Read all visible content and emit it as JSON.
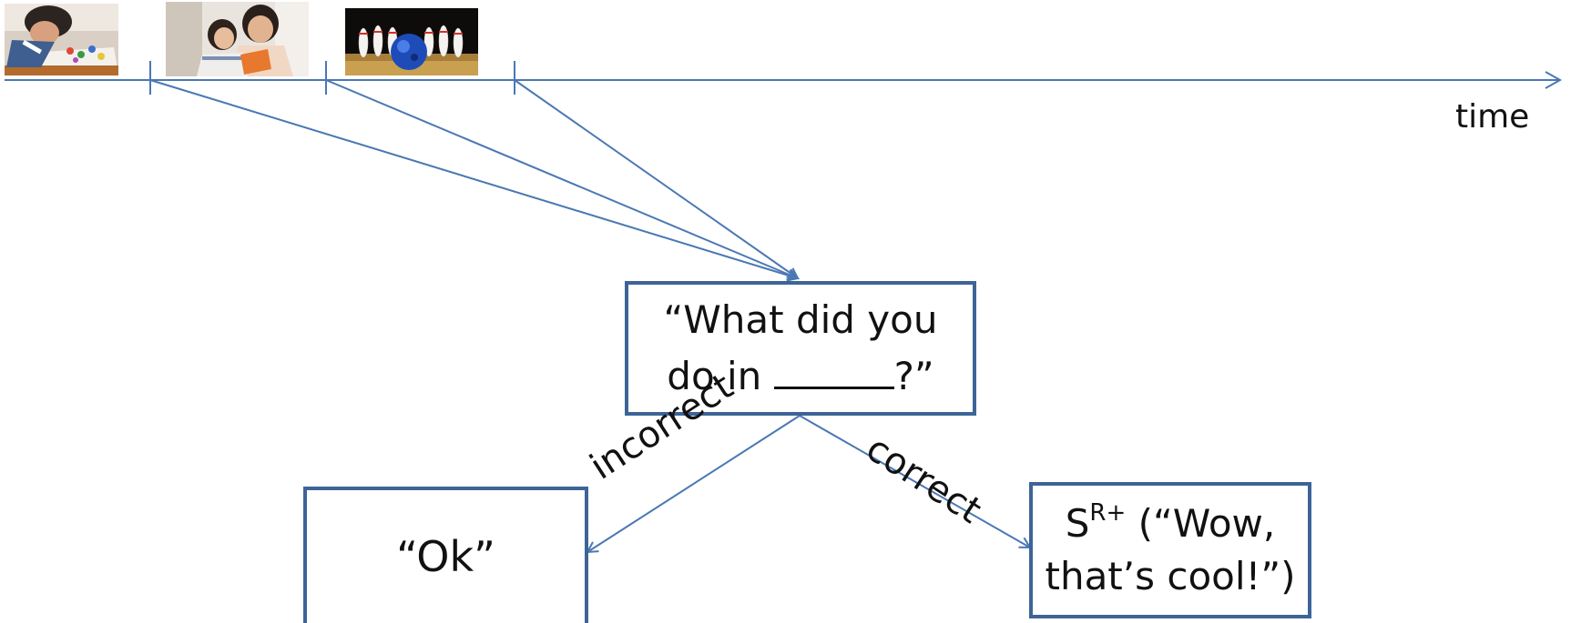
{
  "timeline": {
    "axis_label": "time"
  },
  "photos": [
    {
      "icon": "child-drawing-photo"
    },
    {
      "icon": "mother-daughter-reading-photo"
    },
    {
      "icon": "bowling-pins-photo"
    }
  ],
  "question_box": {
    "line1": "“What did you",
    "line2_prefix": "do in ",
    "line2_suffix": "?”"
  },
  "ok_box": {
    "text": "“Ok”"
  },
  "reinforcer_box": {
    "base": "S",
    "superscript": "R+",
    "line1_rest": " (“Wow,",
    "line2": "that’s cool!”)"
  },
  "branches": {
    "incorrect_label": "incorrect",
    "correct_label": "correct"
  },
  "colors": {
    "line": "#4a78b3",
    "box_border": "#3d6497",
    "text": "#111111"
  }
}
